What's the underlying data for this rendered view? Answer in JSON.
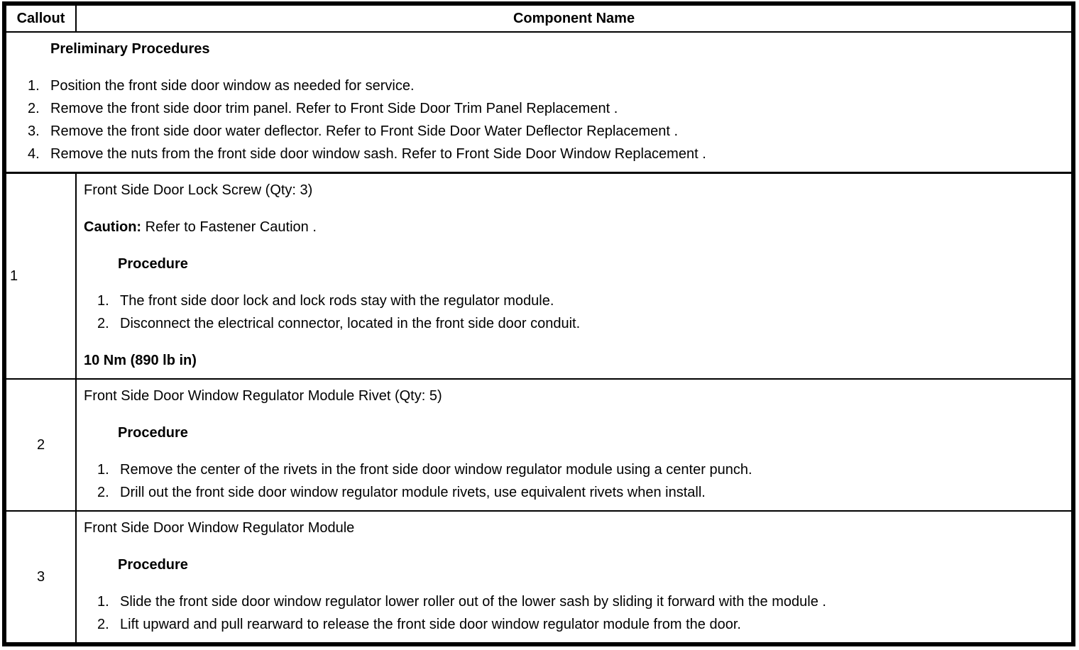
{
  "header": {
    "callout": "Callout",
    "component_name": "Component Name"
  },
  "preliminary": {
    "title": "Preliminary Procedures",
    "steps": [
      "Position the front side door window as needed for service.",
      "Remove the front side door trim panel. Refer to Front Side Door Trim Panel Replacement .",
      "Remove the front side door water deflector. Refer to Front Side Door Water Deflector Replacement .",
      "Remove the nuts from the front side door window sash. Refer to Front Side Door Window Replacement ."
    ]
  },
  "rows": [
    {
      "callout": "1",
      "component": "Front Side Door Lock Screw (Qty: 3)",
      "caution_label": "Caution:",
      "caution_text": " Refer to Fastener Caution .",
      "procedure_label": "Procedure",
      "steps": [
        "The front side door lock and lock rods stay with the regulator module.",
        "Disconnect the electrical connector, located in the front side door conduit."
      ],
      "torque": "10 Nm (890 lb in)"
    },
    {
      "callout": "2",
      "component": "Front Side Door Window Regulator Module Rivet (Qty: 5)",
      "procedure_label": "Procedure",
      "steps": [
        "Remove the center of the rivets in the front side door window regulator module using a center punch.",
        "Drill out the front side door window regulator module rivets, use equivalent rivets when install."
      ]
    },
    {
      "callout": "3",
      "component": "Front Side Door Window Regulator Module",
      "procedure_label": "Procedure",
      "steps": [
        "Slide the front side door window regulator lower roller out of the lower sash by sliding it forward with the module .",
        "Lift upward and pull rearward to release the front side door window regulator module from the door."
      ]
    }
  ]
}
